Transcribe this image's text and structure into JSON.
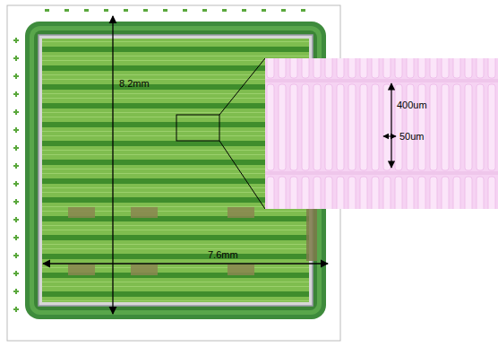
{
  "diagram": {
    "labels": [
      "8.2mm",
      "7.6mm",
      "400um",
      "50um"
    ]
  }
}
